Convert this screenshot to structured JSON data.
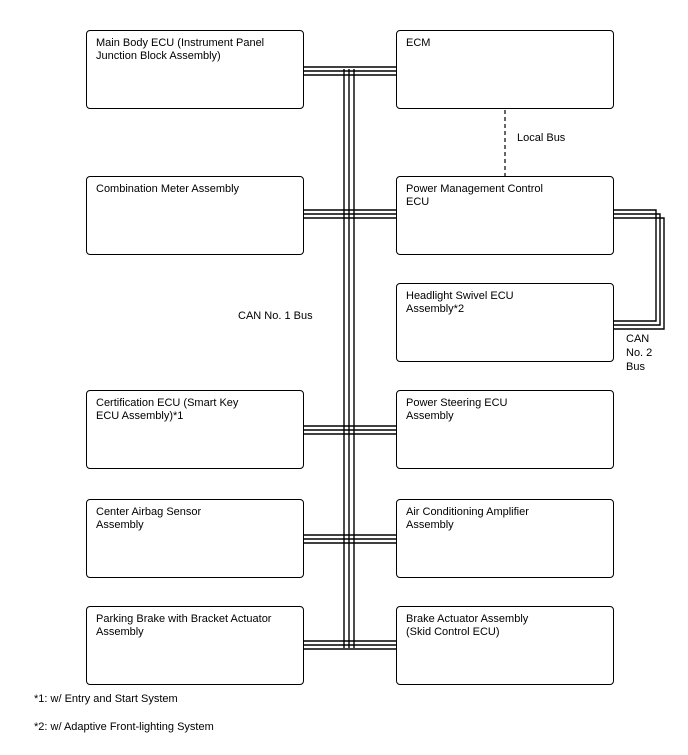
{
  "ecus": {
    "main_body": "Main Body ECU (Instrument Panel\nJunction Block Assembly)",
    "ecm": "ECM",
    "combination_meter": "Combination Meter Assembly",
    "power_management": "Power Management Control\nECU",
    "headlight_swivel": "Headlight Swivel ECU\nAssembly*2",
    "certification": "Certification ECU (Smart Key\nECU Assembly)*1",
    "power_steering": "Power Steering ECU\nAssembly",
    "center_airbag": "Center Airbag Sensor\nAssembly",
    "air_conditioning": "Air Conditioning Amplifier\nAssembly",
    "parking_brake": "Parking Brake with Bracket Actuator\nAssembly",
    "brake_actuator": "Brake Actuator Assembly\n(Skid Control ECU)"
  },
  "buses": {
    "local_bus": "Local Bus",
    "can1": "CAN No. 1 Bus",
    "can2": "CAN\nNo. 2\nBus"
  },
  "notes": {
    "note1": "*1: w/ Entry and Start System",
    "note2": "*2: w/ Adaptive Front-lighting System"
  }
}
